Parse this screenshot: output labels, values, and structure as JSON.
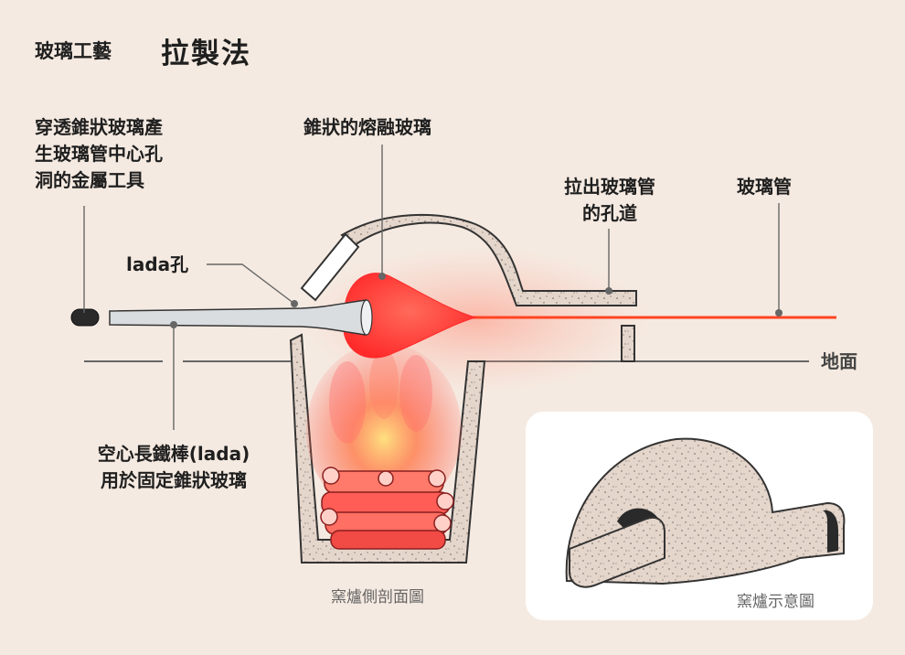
{
  "title": {
    "sub": "玻璃工藝",
    "main": "拉製法"
  },
  "labels": {
    "metal_tool": [
      "穿透錐狀玻璃產",
      "生玻璃管中心孔",
      "洞的金屬工具"
    ],
    "molten_glass": "錐狀的熔融玻璃",
    "pull_channel": [
      "拉出玻璃管",
      "的孔道"
    ],
    "glass_tube": "玻璃管",
    "lada_hole": "lada孔",
    "ground": "地面",
    "hollow_rod": [
      "空心長鐵棒(lada)",
      "用於固定錐狀玻璃"
    ]
  },
  "captions": {
    "cross_section": "窯爐側剖面圖",
    "illustration": "窯爐示意圖"
  },
  "colors": {
    "background": "#f5eae1",
    "outline": "#333333",
    "molten": "#ff3b30",
    "glass_tube": "#ff4422",
    "kiln_body": "#e5d6cc",
    "rod": "#d9dde0",
    "leader": "#666666"
  }
}
